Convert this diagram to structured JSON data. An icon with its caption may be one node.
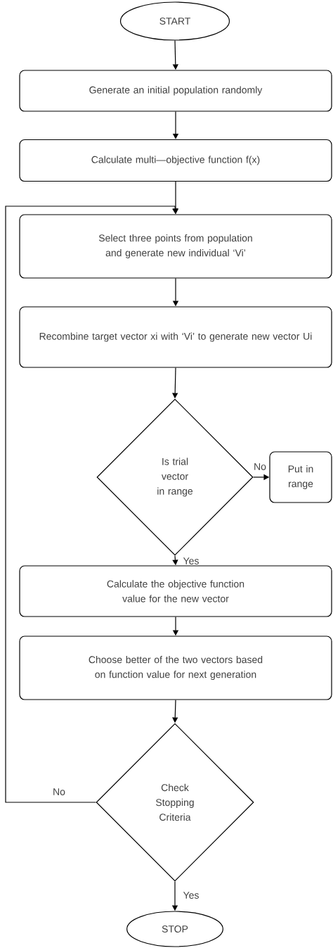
{
  "diagram": {
    "nodes": [
      {
        "text": [
          "START"
        ]
      },
      {
        "text": [
          "Generate an initial population randomly"
        ]
      },
      {
        "text": [
          "Calculate multi—objective function f(x)"
        ]
      },
      {
        "text": [
          "Select three points from population and generate new individual ‘Vi’"
        ]
      },
      {
        "text": [
          "Recombine target vector xi with ‘Vi’ to generate new vector Ui"
        ]
      },
      {
        "text": [
          "Is trial vector in range"
        ]
      },
      {
        "text": [
          "Put in range"
        ]
      },
      {
        "text": [
          "Calculate the objective function value for the new vector"
        ]
      },
      {
        "text": [
          "Choose better of the two vectors based on function value for next generation"
        ]
      },
      {
        "text": [
          "Check Stopping Criteria"
        ]
      },
      {
        "text": [
          "STOP"
        ]
      }
    ],
    "edges": [
      {
        "from": 0,
        "to": 1,
        "arrow": "to"
      },
      {
        "from": 1,
        "to": 2,
        "arrow": "to"
      },
      {
        "from": 2,
        "to": 3,
        "arrow": "to"
      },
      {
        "from": 3,
        "to": 4,
        "arrow": "to"
      },
      {
        "from": 4,
        "to": 5,
        "arrow": "to"
      },
      {
        "from": 5,
        "to": 6,
        "arrow": "to",
        "label": "No"
      },
      {
        "from": 5,
        "to": 7,
        "arrow": "to",
        "label": "Yes"
      },
      {
        "from": 7,
        "to": 8,
        "arrow": "to"
      },
      {
        "from": 8,
        "to": 9,
        "arrow": "to"
      },
      {
        "from": 9,
        "to": 3,
        "arrow": "to",
        "label": "No"
      },
      {
        "from": 9,
        "to": 10,
        "arrow": "to",
        "label": "Yes"
      }
    ]
  }
}
